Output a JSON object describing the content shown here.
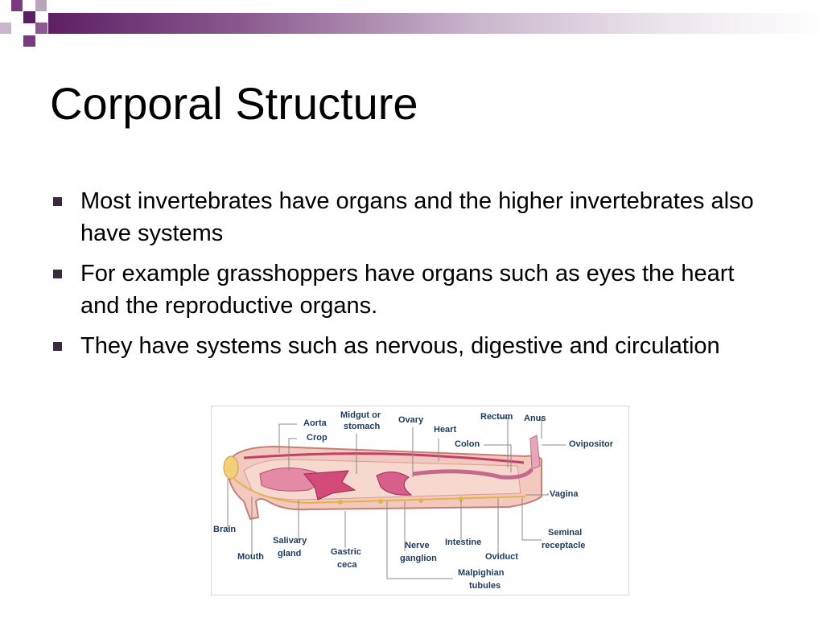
{
  "slide": {
    "title": "Corporal Structure",
    "bullets": [
      "Most invertebrates have organs and the higher invertebrates also have systems",
      "For example grasshoppers have organs such as eyes the heart and the reproductive organs.",
      "They have systems such as nervous, digestive and circulation"
    ]
  },
  "diagram": {
    "labels": {
      "aorta": "Aorta",
      "crop": "Crop",
      "midgut_1": "Midgut or",
      "midgut_2": "stomach",
      "ovary": "Ovary",
      "heart": "Heart",
      "rectum": "Rectum",
      "anus": "Anus",
      "colon": "Colon",
      "ovipositor": "Ovipositor",
      "vagina": "Vagina",
      "brain": "Brain",
      "mouth": "Mouth",
      "salivary_1": "Salivary",
      "salivary_2": "gland",
      "gastric_1": "Gastric",
      "gastric_2": "ceca",
      "nerve_1": "Nerve",
      "nerve_2": "ganglion",
      "intestine": "Intestine",
      "malpighian_1": "Malpighian",
      "malpighian_2": "tubules",
      "oviduct": "Oviduct",
      "seminal_1": "Seminal",
      "seminal_2": "receptacle"
    }
  },
  "colors": {
    "accent": "#5c1f63",
    "bullet": "#3a2a3d",
    "label": "#1f3a5a"
  }
}
